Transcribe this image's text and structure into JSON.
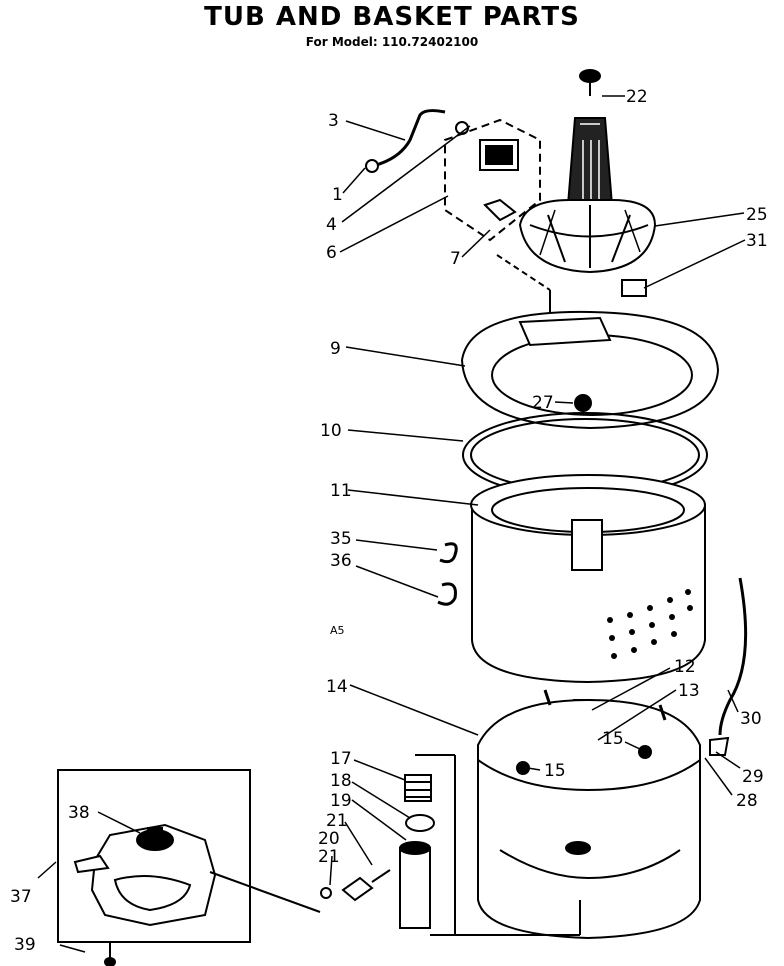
{
  "header": {
    "title": "TUB AND BASKET PARTS",
    "subtitle": "For Model: 110.72402100"
  },
  "marker": "A5",
  "labels": [
    "1",
    "3",
    "4",
    "6",
    "7",
    "9",
    "10",
    "11",
    "12",
    "13",
    "14",
    "15",
    "15",
    "17",
    "18",
    "19",
    "20",
    "21",
    "21",
    "22",
    "25",
    "27",
    "28",
    "29",
    "30",
    "31",
    "35",
    "36",
    "37",
    "38",
    "39"
  ]
}
